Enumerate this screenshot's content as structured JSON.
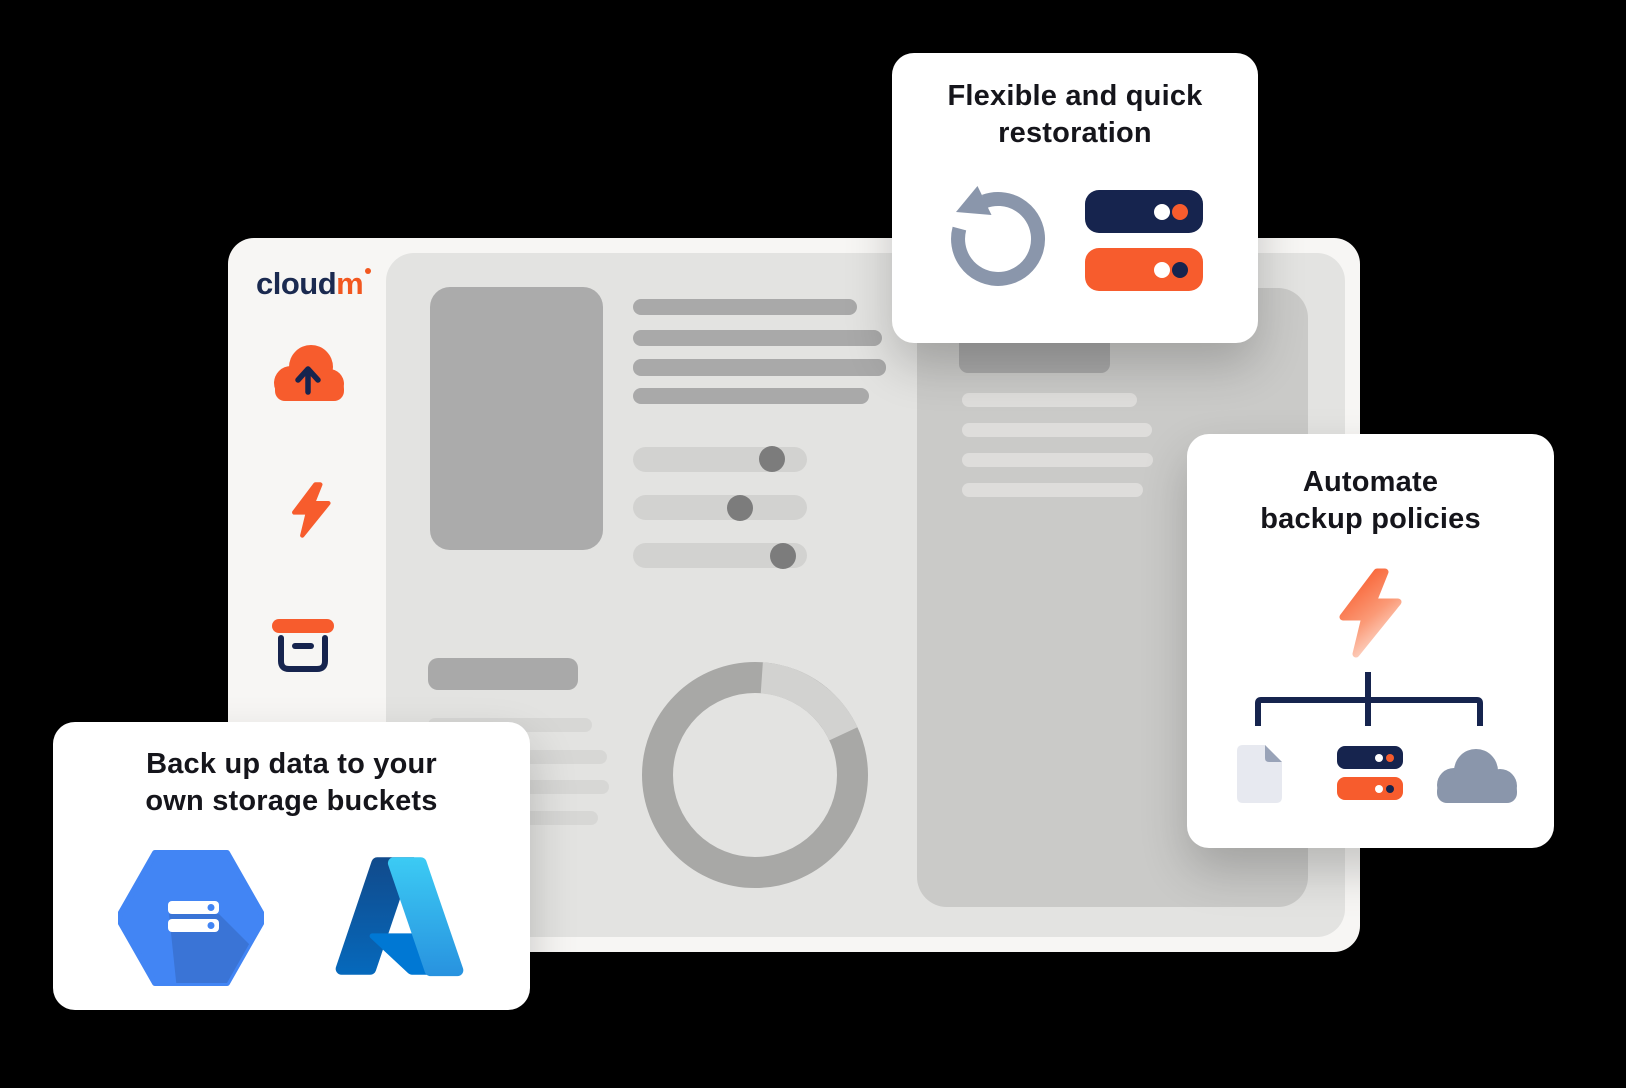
{
  "brand": {
    "logo_part1": "cloud",
    "logo_part2": "m"
  },
  "sidebar": {
    "icons": [
      {
        "name": "cloud-upload-icon"
      },
      {
        "name": "lightning-icon"
      },
      {
        "name": "archive-icon"
      }
    ]
  },
  "cards": {
    "restoration": {
      "title_line1": "Flexible and quick",
      "title_line2": "restoration",
      "icons": [
        "restore-arrow-icon",
        "server-navy",
        "server-orange"
      ]
    },
    "automation": {
      "title_line1": "Automate",
      "title_line2": "backup policies",
      "icons": [
        "lightning-gradient-icon",
        "document-icon",
        "server-stack-icon",
        "cloud-icon"
      ]
    },
    "storage": {
      "title_line1": "Back up data to your",
      "title_line2": "own storage buckets",
      "icons": [
        "google-cloud-storage-icon",
        "azure-icon"
      ]
    }
  },
  "colors": {
    "background": "#000000",
    "window": "#f7f6f4",
    "content": "#e3e3e1",
    "panel": "#cacac8",
    "orange": "#f75c2d",
    "logo_orange": "#f2571f",
    "navy": "#16244e",
    "steel_blue": "#8a96ab",
    "google_blue": "#4285f4",
    "azure_dark": "#114a8b",
    "azure_mid": "#0078d4",
    "azure_light": "#3ccbf4",
    "title_text": "#15151b"
  }
}
